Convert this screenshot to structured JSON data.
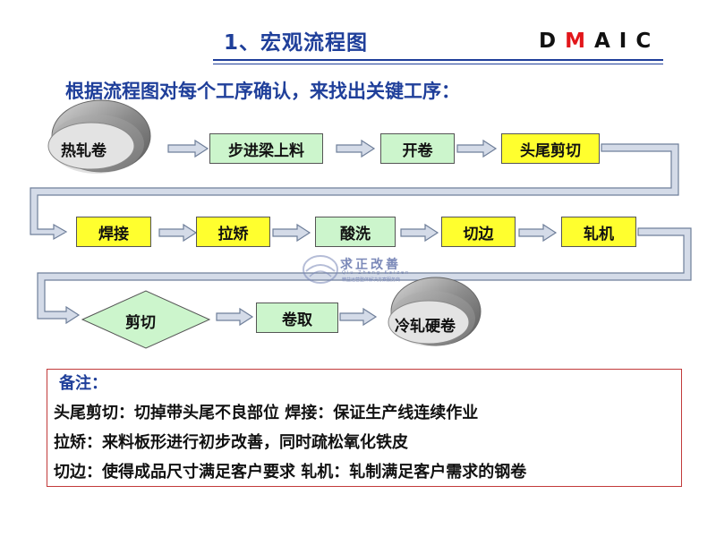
{
  "header": {
    "title": "1、宏观流程图",
    "dmaic": [
      "D",
      "M",
      "A",
      "I",
      "C"
    ],
    "accent_color": "#e2171b",
    "title_color": "#1f3f9a"
  },
  "subtitle": "根据流程图对每个工序确认，来找出关键工序：",
  "flow": {
    "row1": {
      "start_coil": "热轧卷",
      "steps": [
        "步进梁上料",
        "开卷",
        "头尾剪切"
      ]
    },
    "row2": {
      "steps": [
        "焊接",
        "拉矫",
        "酸洗",
        "切边",
        "轧机"
      ]
    },
    "row3": {
      "decision": "剪切",
      "step": "卷取",
      "end_coil": "冷轧硬卷"
    },
    "colors": {
      "normal": "#ccf5cc",
      "key": "#ffff2e"
    }
  },
  "watermark": {
    "name": "求正改善",
    "sub": "Qiu Zheng Kaizen",
    "tagline": "精益运营整体解决方案服务商"
  },
  "notes": {
    "title": "备注：",
    "lines": [
      "头尾剪切：切掉带头尾不良部位      焊接：保证生产线连续作业",
      "拉矫：来料板形进行初步改善，同时疏松氧化铁皮",
      "切边：使得成品尺寸满足客户要求    轧机：轧制满足客户需求的钢卷"
    ]
  }
}
